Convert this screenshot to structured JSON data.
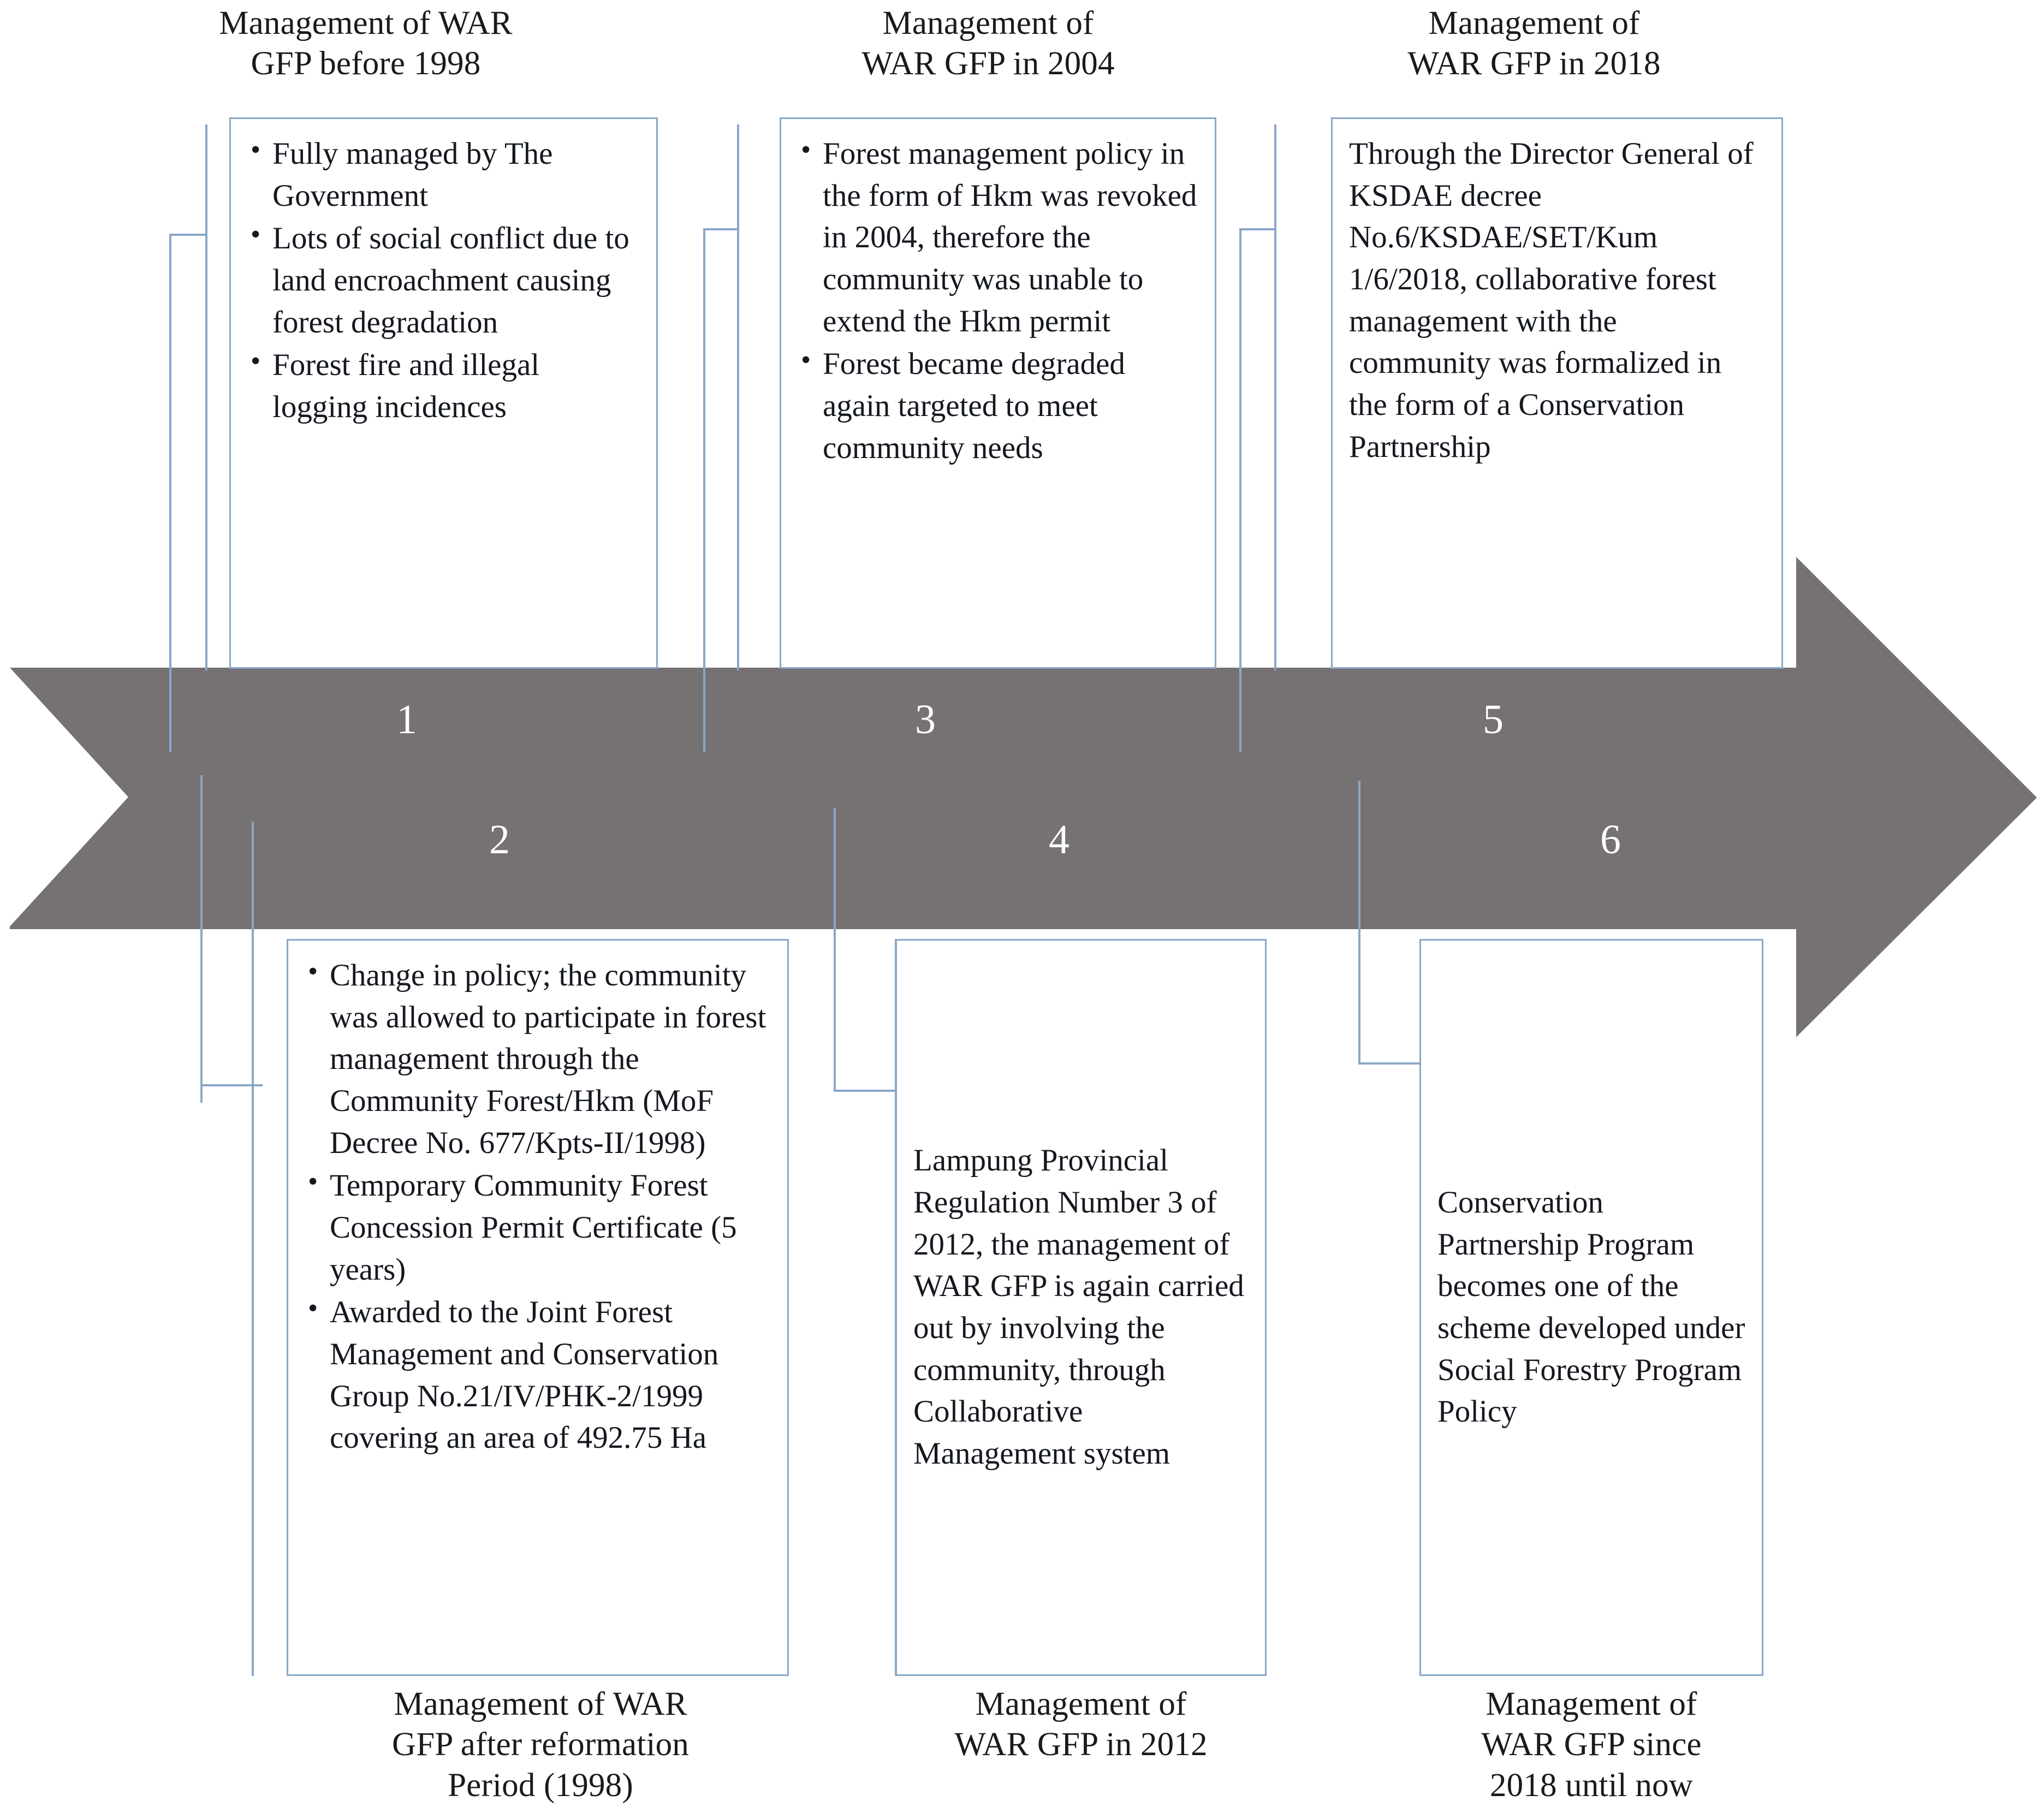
{
  "diagram": {
    "title": "Timeline of WAR GFP management",
    "arrow_color": "#767274",
    "box_border_color": "#8aa7c8",
    "connector_color": "#8aa7c8",
    "number_color": "#ffffff"
  },
  "headers": {
    "top_1": "Management of WAR\nGFP before 1998",
    "top_3": "Management of\nWAR GFP in 2004",
    "top_5": "Management of\nWAR GFP in 2018"
  },
  "captions": {
    "bottom_2": "Management of WAR\nGFP after reformation\nPeriod (1998)",
    "bottom_4": "Management of\nWAR GFP in 2012",
    "bottom_6": "Management of\nWAR GFP since\n2018 until now"
  },
  "numbers": {
    "n1": "1",
    "n2": "2",
    "n3": "3",
    "n4": "4",
    "n5": "5",
    "n6": "6"
  },
  "boxes": {
    "box1": {
      "style": "bullets",
      "items": [
        "Fully managed by The Government",
        "Lots of social conflict due to land encroachment causing forest degradation",
        "Forest fire and illegal logging incidences"
      ]
    },
    "box2": {
      "style": "bullets",
      "items": [
        "Change in policy; the community was allowed to participate in forest management through the Community Forest/Hkm (MoF Decree No. 677/Kpts-II/1998)",
        "Temporary  Community Forest Concession Permit Certificate  (5 years)",
        "Awarded to the Joint Forest Management and Conservation Group No.21/IV/PHK-2/1999 covering an area of 492.75 Ha"
      ]
    },
    "box3": {
      "style": "bullets",
      "items": [
        "Forest management policy in the form of Hkm was revoked in 2004, therefore the community was unable to extend the Hkm permit",
        "Forest became degraded again  targeted to meet community needs"
      ]
    },
    "box4": {
      "style": "paragraph",
      "text": "Lampung Provincial Regulation Number 3 of 2012, the management of WAR GFP is again carried out by involving the community, through Collaborative Management system"
    },
    "box5": {
      "style": "paragraph",
      "text": "Through the Director General of KSDAE decree No.6/KSDAE/SET/Kum 1/6/2018, collaborative forest management with the community was formalized in the form of a Conservation Partnership"
    },
    "box6": {
      "style": "paragraph",
      "text": "Conservation Partnership Program becomes one of the scheme developed under Social Forestry Program Policy"
    }
  }
}
